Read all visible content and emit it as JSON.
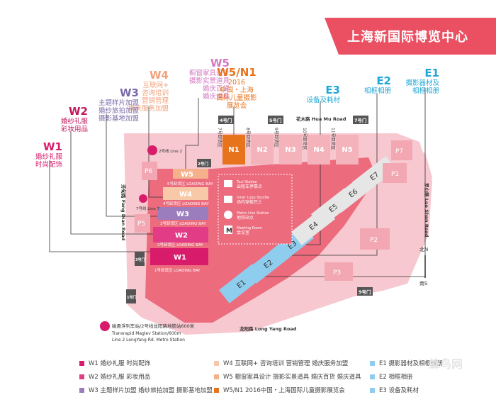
{
  "title": "上海新国际博览中心",
  "colors": {
    "brand": "#ea4f62",
    "w1": "#d81c6b",
    "w2": "#e23c86",
    "w3": "#9b7dbd",
    "w4": "#f0a17a",
    "w5": "#f5b18b",
    "n1": "#e8731d",
    "e_hall": "#8fcdee"
  },
  "halls_top": [
    {
      "code": "W5",
      "lines": [
        "橱窗家具设计",
        "摄影实景道具",
        "婚庆百货",
        "婚庆道具"
      ],
      "color": "#d377c0"
    },
    {
      "code": "W5/N1",
      "lines": [
        "2016",
        "中国・上海",
        "国际儿童摄影",
        "展览会"
      ],
      "color": "#e8731d"
    },
    {
      "code": "W4",
      "lines": [
        "互联网+",
        "咨询培训",
        "营销管理",
        "婚庆服务加盟"
      ],
      "color": "#f0a17a"
    },
    {
      "code": "W3",
      "lines": [
        "主题样片加盟",
        "婚纱旅拍加盟",
        "摄影基地加盟"
      ],
      "color": "#7a6aa8"
    },
    {
      "code": "W2",
      "lines": [
        "婚纱礼服",
        "彩妆用品"
      ],
      "color": "#c2185b"
    },
    {
      "code": "W1",
      "lines": [
        "婚纱礼服",
        "时尚配饰"
      ],
      "color": "#d81c6b"
    },
    {
      "code": "E3",
      "lines": [
        "设备及耗材"
      ],
      "color": "#1fa7d6"
    },
    {
      "code": "E2",
      "lines": [
        "相框相册"
      ],
      "color": "#1fa7d6"
    },
    {
      "code": "E1",
      "lines": [
        "摄影器材及",
        "相框相册"
      ],
      "color": "#1fa7d6"
    }
  ],
  "map": {
    "halls_west": [
      "W5",
      "W4",
      "W3",
      "W2",
      "W1"
    ],
    "loading_bays": [
      "5号卸货区 LOADING BAY",
      "4号卸货区 LOADING BAY",
      "3号卸货区 LOADING BAY",
      "2号卸货区 LOADING BAY",
      "1号卸货区 LOADING BAY"
    ],
    "halls_north": [
      "N1",
      "N2",
      "N3",
      "N4",
      "N5"
    ],
    "halls_east": [
      "E1",
      "E2",
      "E3",
      "E4",
      "E5",
      "E6",
      "E7"
    ],
    "halls_p": [
      "P1",
      "P2",
      "P3",
      "P5",
      "P6",
      "P7"
    ],
    "north_bays": [
      "7号卸货区",
      "8号卸货区",
      "9号卸货区",
      "10号卸货区",
      "11号卸货区"
    ],
    "gates": [
      "1号门",
      "2号门",
      "3号门",
      "4号门",
      "5号门",
      "7号门",
      "9号门"
    ],
    "roads": {
      "north": "花木路 Hua Mu Road",
      "south": "龙阳路 Long Yang Road",
      "west": "芳甸路 Fang Dian Road",
      "east": "罗山路 Luo Shan Road"
    },
    "metro_top": "2号线 Line 2",
    "metro_left": "7号线 Line 7",
    "metro_bottom": [
      "磁悬浮列车站/2号线龙阳路地铁站600米",
      "Transrapid Maglev Station/600m",
      "Line 2 LongYang Rd. Metro Station"
    ],
    "compass": [
      "北N",
      "南S"
    ],
    "legend_box": [
      {
        "icon": "taxi",
        "zh": "出租车停靠点",
        "en": "Taxi Station"
      },
      {
        "icon": "bus",
        "zh": "场内穿梭巴士",
        "en": "Inner Loop Shuttle"
      },
      {
        "icon": "metro",
        "zh": "地铁站点",
        "en": "Metro Line Station"
      },
      {
        "icon": "M",
        "zh": "会议室",
        "en": "Meeting Room"
      }
    ]
  },
  "legend": [
    {
      "label": "W1 婚纱礼服 时尚配饰",
      "color": "#d81c6b"
    },
    {
      "label": "W2 婚纱礼服 彩妆用品",
      "color": "#e23c86"
    },
    {
      "label": "W3 主题样片加盟 婚纱旅拍加盟 摄影基地加盟",
      "color": "#9b7dbd"
    },
    {
      "label": "W4 互联网+ 咨询培训 营销管理 婚庆服务加盟",
      "color": "#f7c9a9"
    },
    {
      "label": "W5 橱窗家具设计 摄影实景道具 婚庆百货 婚庆道具",
      "color": "#f5b18b"
    },
    {
      "label": "W5/N1 2016中国・上海国际儿童摄影展览会",
      "color": "#e8731d"
    },
    {
      "label": "E1 摄影器材及相框相册",
      "color": "#8fcdee"
    },
    {
      "label": "E2 相框相册",
      "color": "#8fcdee"
    },
    {
      "label": "E3 设备及耗材",
      "color": "#8fcdee"
    }
  ],
  "watermark": "蜂鸟网"
}
